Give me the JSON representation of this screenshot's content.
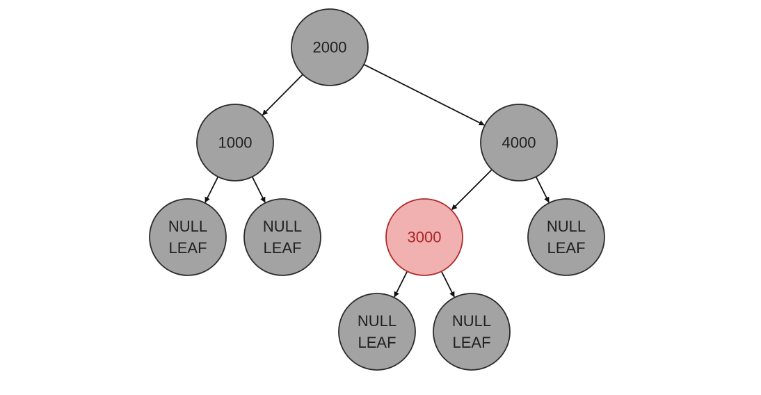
{
  "tree": {
    "colors": {
      "black_node_fill": "#a3a3a3",
      "black_node_stroke": "#2b2b2b",
      "black_node_text": "#1f1f1f",
      "red_node_fill": "#f2b1b1",
      "red_node_stroke": "#b02a2a",
      "red_node_text": "#a82323",
      "edge": "#111111",
      "background": "#ffffff"
    },
    "nodes": [
      {
        "id": "n2000",
        "lines": [
          "2000"
        ],
        "color": "black"
      },
      {
        "id": "n1000",
        "lines": [
          "1000"
        ],
        "color": "black"
      },
      {
        "id": "n4000",
        "lines": [
          "4000"
        ],
        "color": "black"
      },
      {
        "id": "nl1",
        "lines": [
          "NULL",
          "LEAF"
        ],
        "color": "black"
      },
      {
        "id": "nl2",
        "lines": [
          "NULL",
          "LEAF"
        ],
        "color": "black"
      },
      {
        "id": "n3000",
        "lines": [
          "3000"
        ],
        "color": "red"
      },
      {
        "id": "nl3",
        "lines": [
          "NULL",
          "LEAF"
        ],
        "color": "black"
      },
      {
        "id": "nl4",
        "lines": [
          "NULL",
          "LEAF"
        ],
        "color": "black"
      },
      {
        "id": "nl5",
        "lines": [
          "NULL",
          "LEAF"
        ],
        "color": "black"
      }
    ],
    "edges": [
      {
        "from": "n2000",
        "to": "n1000"
      },
      {
        "from": "n2000",
        "to": "n4000"
      },
      {
        "from": "n1000",
        "to": "nl1"
      },
      {
        "from": "n1000",
        "to": "nl2"
      },
      {
        "from": "n4000",
        "to": "n3000"
      },
      {
        "from": "n4000",
        "to": "nl3"
      },
      {
        "from": "n3000",
        "to": "nl4"
      },
      {
        "from": "n3000",
        "to": "nl5"
      }
    ]
  }
}
